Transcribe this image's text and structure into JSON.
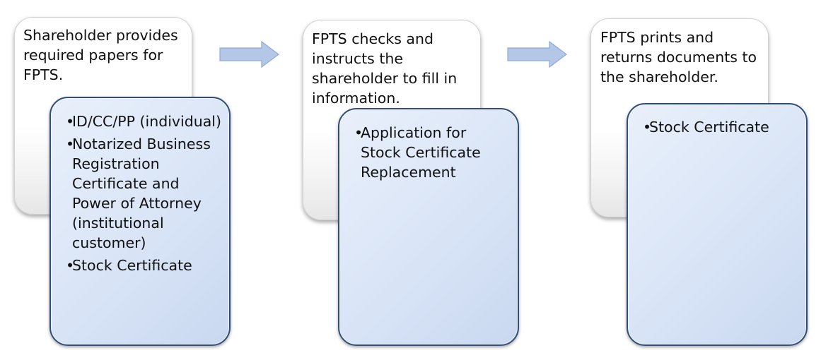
{
  "steps": [
    {
      "text": "Shareholder provides required papers for FPTS.",
      "details": [
        "ID/CC/PP (individual)",
        "Notarized Business Registration Certificate and Power of Attorney (institutional customer)",
        "Stock Certificate"
      ]
    },
    {
      "text": "FPTS checks and instructs the shareholder to fill in information.",
      "details": [
        "Application for Stock Certificate Replacement"
      ]
    },
    {
      "text": "FPTS prints and returns documents to the shareholder.",
      "details": [
        "Stock Certificate"
      ]
    }
  ],
  "colors": {
    "arrow_fill": "#b4c7e7",
    "arrow_stroke": "#8eaadb",
    "detail_border": "#2f4e7c"
  },
  "icons": {
    "connector": "right-arrow-icon"
  }
}
